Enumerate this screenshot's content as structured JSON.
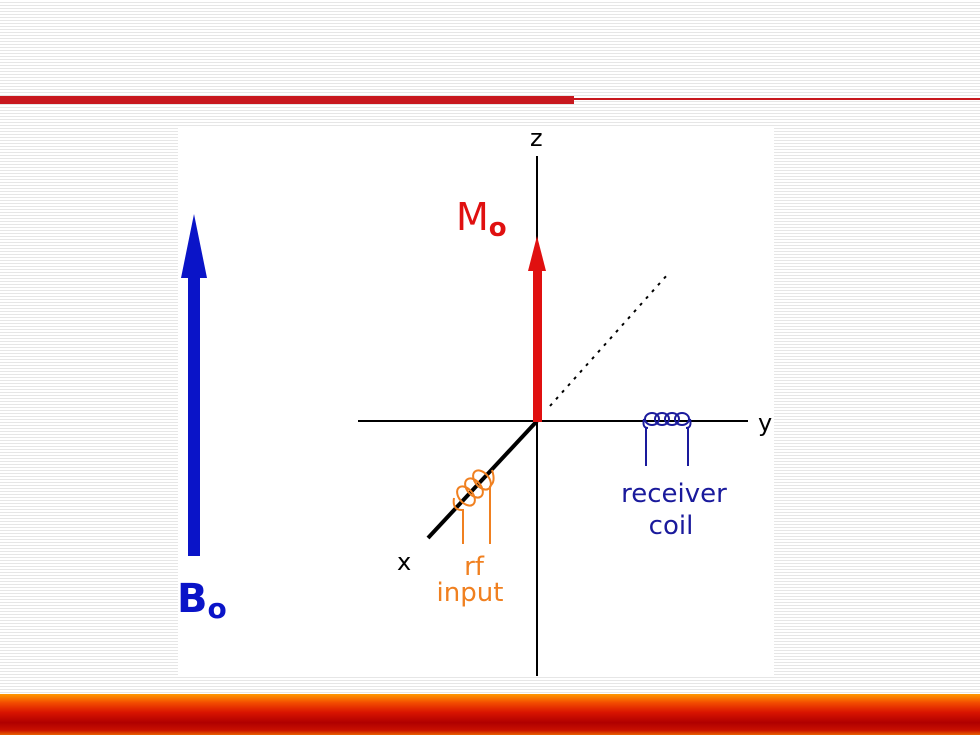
{
  "labels": {
    "z_axis": "z",
    "y_axis": "y",
    "x_axis": "x",
    "b0_main": "B",
    "b0_sub": "o",
    "m0_main": "M",
    "m0_sub": "o",
    "receiver_line1": "receiver",
    "receiver_line2": "coil",
    "rf_line1": "rf",
    "rf_line2": "input"
  },
  "colors": {
    "accent_red": "#c8181e",
    "b0_blue": "#0a14c8",
    "m0_red": "#e01010",
    "rf_orange": "#f08020",
    "receiver_navy": "#1a1a9c",
    "axis_black": "#000000"
  }
}
